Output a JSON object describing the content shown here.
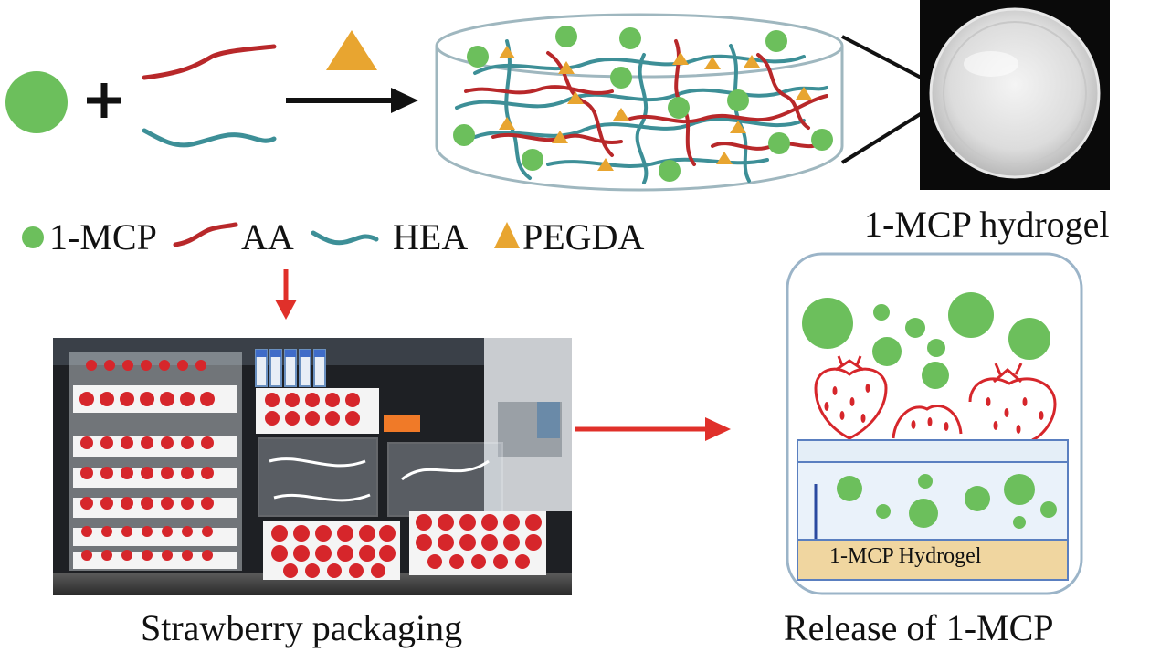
{
  "legend": {
    "mcp": "1-MCP",
    "aa": "AA",
    "hea": "HEA",
    "pegda": "PEGDA"
  },
  "labels": {
    "hydrogel_photo": "1-MCP hydrogel",
    "packaging_photo": "Strawberry packaging",
    "release_panel": "Release of 1-MCP",
    "hydrogel_layer": "1-MCP Hydrogel"
  },
  "colors": {
    "mcp_green": "#6cbf5c",
    "aa_red": "#b8282a",
    "hea_teal": "#3d8f97",
    "pegda_orange": "#e8a530",
    "arrow_red": "#e0302a",
    "strawberry_red": "#d6262b",
    "gel_tan": "#f0d6a0",
    "panel_border": "#9bb4c8"
  }
}
